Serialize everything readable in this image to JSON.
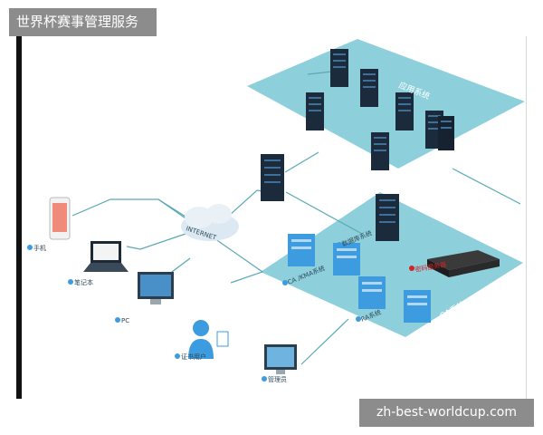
{
  "header": {
    "title": "世界杯赛事管理服务"
  },
  "footer": {
    "url": "zh-best-worldcup.com"
  },
  "diagram": {
    "cloud_label": "INTERNET",
    "app_zone_label": "应用系统",
    "ca_zone_label": "CA系统",
    "ca_nodes": {
      "db": "数据库系统",
      "ca_ra": "CA /KMA系统",
      "ra": "RA系统",
      "hsm": "密码服务器"
    },
    "clients": [
      "手机",
      "笔记本",
      "PC",
      "证书用户",
      "管理员"
    ]
  },
  "colors": {
    "zone_fill": "#8dd0dc",
    "server_dark": "#1c2b3b",
    "server_blue": "#3d9be0",
    "line": "#5aa9b5",
    "accent_red": "#d2232a"
  }
}
